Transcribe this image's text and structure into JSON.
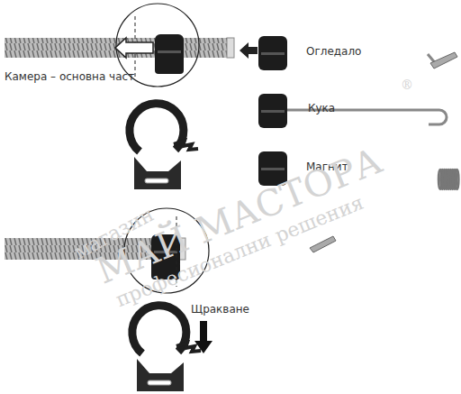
{
  "diagram": {
    "labels": [
      "Камера – основна част",
      "Огледало",
      "Кука",
      "Магнит",
      "Щракване",
      "магазин",
      "МАЙ МАСТОРА",
      "®",
      "професионални решения"
    ]
  }
}
